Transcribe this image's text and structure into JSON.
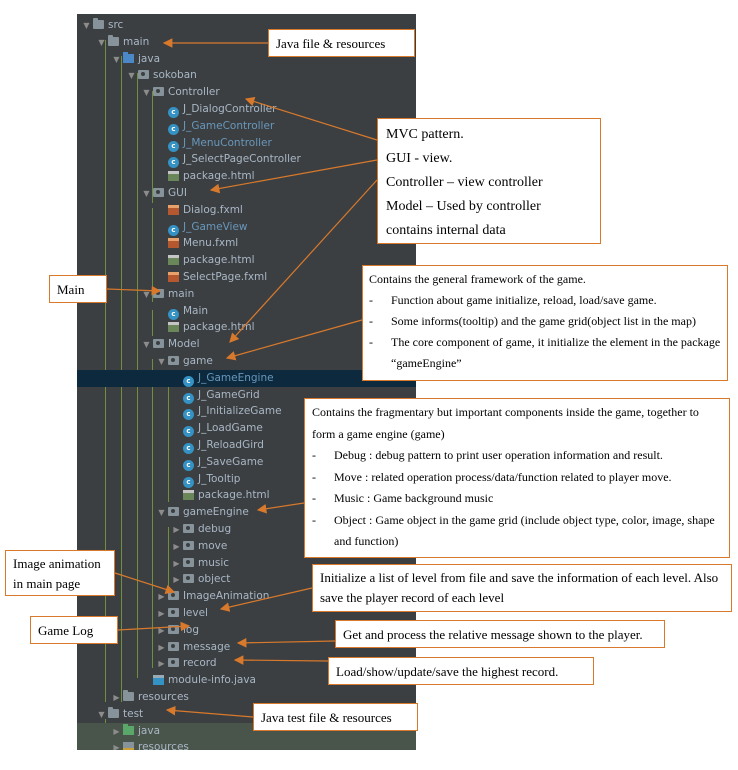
{
  "tree": {
    "rows": [
      {
        "label": "src",
        "indent": 0,
        "icon": "folder-icon",
        "expanded": true
      },
      {
        "label": "main",
        "indent": 1,
        "icon": "folder-icon",
        "expanded": true
      },
      {
        "label": "java",
        "indent": 2,
        "icon": "source-folder-icon",
        "expanded": true
      },
      {
        "label": "sokoban",
        "indent": 3,
        "icon": "package-icon",
        "expanded": true
      },
      {
        "label": "Controller",
        "indent": 4,
        "icon": "package-icon",
        "expanded": true
      },
      {
        "label": "J_DialogController",
        "indent": 5,
        "icon": "class-icon",
        "expanded": null
      },
      {
        "label": "J_GameController",
        "indent": 5,
        "icon": "class-icon",
        "expanded": null,
        "modified": true
      },
      {
        "label": "J_MenuController",
        "indent": 5,
        "icon": "class-icon",
        "expanded": null,
        "modified": true
      },
      {
        "label": "J_SelectPageController",
        "indent": 5,
        "icon": "class-icon",
        "expanded": null
      },
      {
        "label": "package.html",
        "indent": 5,
        "icon": "html-file-icon",
        "expanded": null
      },
      {
        "label": "GUI",
        "indent": 4,
        "icon": "package-icon",
        "expanded": true
      },
      {
        "label": "Dialog.fxml",
        "indent": 5,
        "icon": "fxml-file-icon",
        "expanded": null
      },
      {
        "label": "J_GameView",
        "indent": 5,
        "icon": "class-icon",
        "expanded": null,
        "modified": true
      },
      {
        "label": "Menu.fxml",
        "indent": 5,
        "icon": "fxml-file-icon",
        "expanded": null
      },
      {
        "label": "package.html",
        "indent": 5,
        "icon": "html-file-icon",
        "expanded": null
      },
      {
        "label": "SelectPage.fxml",
        "indent": 5,
        "icon": "fxml-file-icon",
        "expanded": null
      },
      {
        "label": "main",
        "indent": 4,
        "icon": "package-icon",
        "expanded": true
      },
      {
        "label": "Main",
        "indent": 5,
        "icon": "class-icon",
        "expanded": null
      },
      {
        "label": "package.html",
        "indent": 5,
        "icon": "html-file-icon",
        "expanded": null
      },
      {
        "label": "Model",
        "indent": 4,
        "icon": "package-icon",
        "expanded": true
      },
      {
        "label": "game",
        "indent": 5,
        "icon": "package-icon",
        "expanded": true
      },
      {
        "label": "J_GameEngine",
        "indent": 6,
        "icon": "class-icon",
        "expanded": null,
        "modified": true
      },
      {
        "label": "J_GameGrid",
        "indent": 6,
        "icon": "class-icon",
        "expanded": null
      },
      {
        "label": "J_InitializeGame",
        "indent": 6,
        "icon": "class-icon",
        "expanded": null
      },
      {
        "label": "J_LoadGame",
        "indent": 6,
        "icon": "class-icon",
        "expanded": null
      },
      {
        "label": "J_ReloadGird",
        "indent": 6,
        "icon": "class-icon",
        "expanded": null
      },
      {
        "label": "J_SaveGame",
        "indent": 6,
        "icon": "class-icon",
        "expanded": null
      },
      {
        "label": "J_Tooltip",
        "indent": 6,
        "icon": "class-icon",
        "expanded": null
      },
      {
        "label": "package.html",
        "indent": 6,
        "icon": "html-file-icon",
        "expanded": null
      },
      {
        "label": "gameEngine",
        "indent": 5,
        "icon": "package-icon",
        "expanded": true
      },
      {
        "label": "debug",
        "indent": 6,
        "icon": "package-icon",
        "expanded": false
      },
      {
        "label": "move",
        "indent": 6,
        "icon": "package-icon",
        "expanded": false
      },
      {
        "label": "music",
        "indent": 6,
        "icon": "package-icon",
        "expanded": false
      },
      {
        "label": "object",
        "indent": 6,
        "icon": "package-icon",
        "expanded": false
      },
      {
        "label": "ImageAnimation",
        "indent": 5,
        "icon": "package-icon",
        "expanded": false
      },
      {
        "label": "level",
        "indent": 5,
        "icon": "package-icon",
        "expanded": false
      },
      {
        "label": "log",
        "indent": 5,
        "icon": "package-icon",
        "expanded": false
      },
      {
        "label": "message",
        "indent": 5,
        "icon": "package-icon",
        "expanded": false
      },
      {
        "label": "record",
        "indent": 5,
        "icon": "package-icon",
        "expanded": false
      },
      {
        "label": "module-info.java",
        "indent": 4,
        "icon": "module-info-icon",
        "expanded": null
      },
      {
        "label": "resources",
        "indent": 2,
        "icon": "folder-icon",
        "expanded": false
      },
      {
        "label": "test",
        "indent": 1,
        "icon": "folder-icon",
        "expanded": true
      },
      {
        "label": "java",
        "indent": 2,
        "icon": "test-folder-icon",
        "expanded": false
      },
      {
        "label": "resources",
        "indent": 2,
        "icon": "resources-folder-icon",
        "expanded": false
      }
    ]
  },
  "callouts": {
    "java_file_resources": "Java file & resources",
    "mvc": [
      "MVC pattern.",
      "GUI - view.",
      "Controller – view controller",
      "Model – Used by controller",
      "contains internal data"
    ],
    "main": "Main",
    "main_framework": {
      "intro": "Contains the general framework of the game.",
      "bullets": [
        "Function about game initialize, reload, load/save game.",
        "Some informs(tooltip) and the game grid(object list in the map)",
        "The core component of game, it initialize the element in the package “gameEngine”"
      ]
    },
    "game_engine": {
      "intro": "Contains the fragmentary but important components inside the game, together to form a game engine (game)",
      "bullets": [
        "Debug : debug pattern to print user operation information and result.",
        "Move : related operation process/data/function related to player move.",
        "Music : Game background music",
        "Object : Game object in the game grid (include object type, color, image, shape and function)"
      ]
    },
    "image_animation": "Image animation in main page",
    "level": "Initialize a list of level from file and save the information of each level. Also save the player record of each level",
    "game_log": "Game Log",
    "message": "Get and process the relative message shown to the player.",
    "record": "Load/show/update/save the highest record.",
    "java_test": "Java test file & resources"
  },
  "colors": {
    "tree_background": "#3c3f41",
    "tree_text": "#a9b7c6",
    "modified_text": "#6897bb",
    "callout_border": "#d8792c",
    "arrow": "#d8792c",
    "guide_line": "#6e8f3b"
  }
}
